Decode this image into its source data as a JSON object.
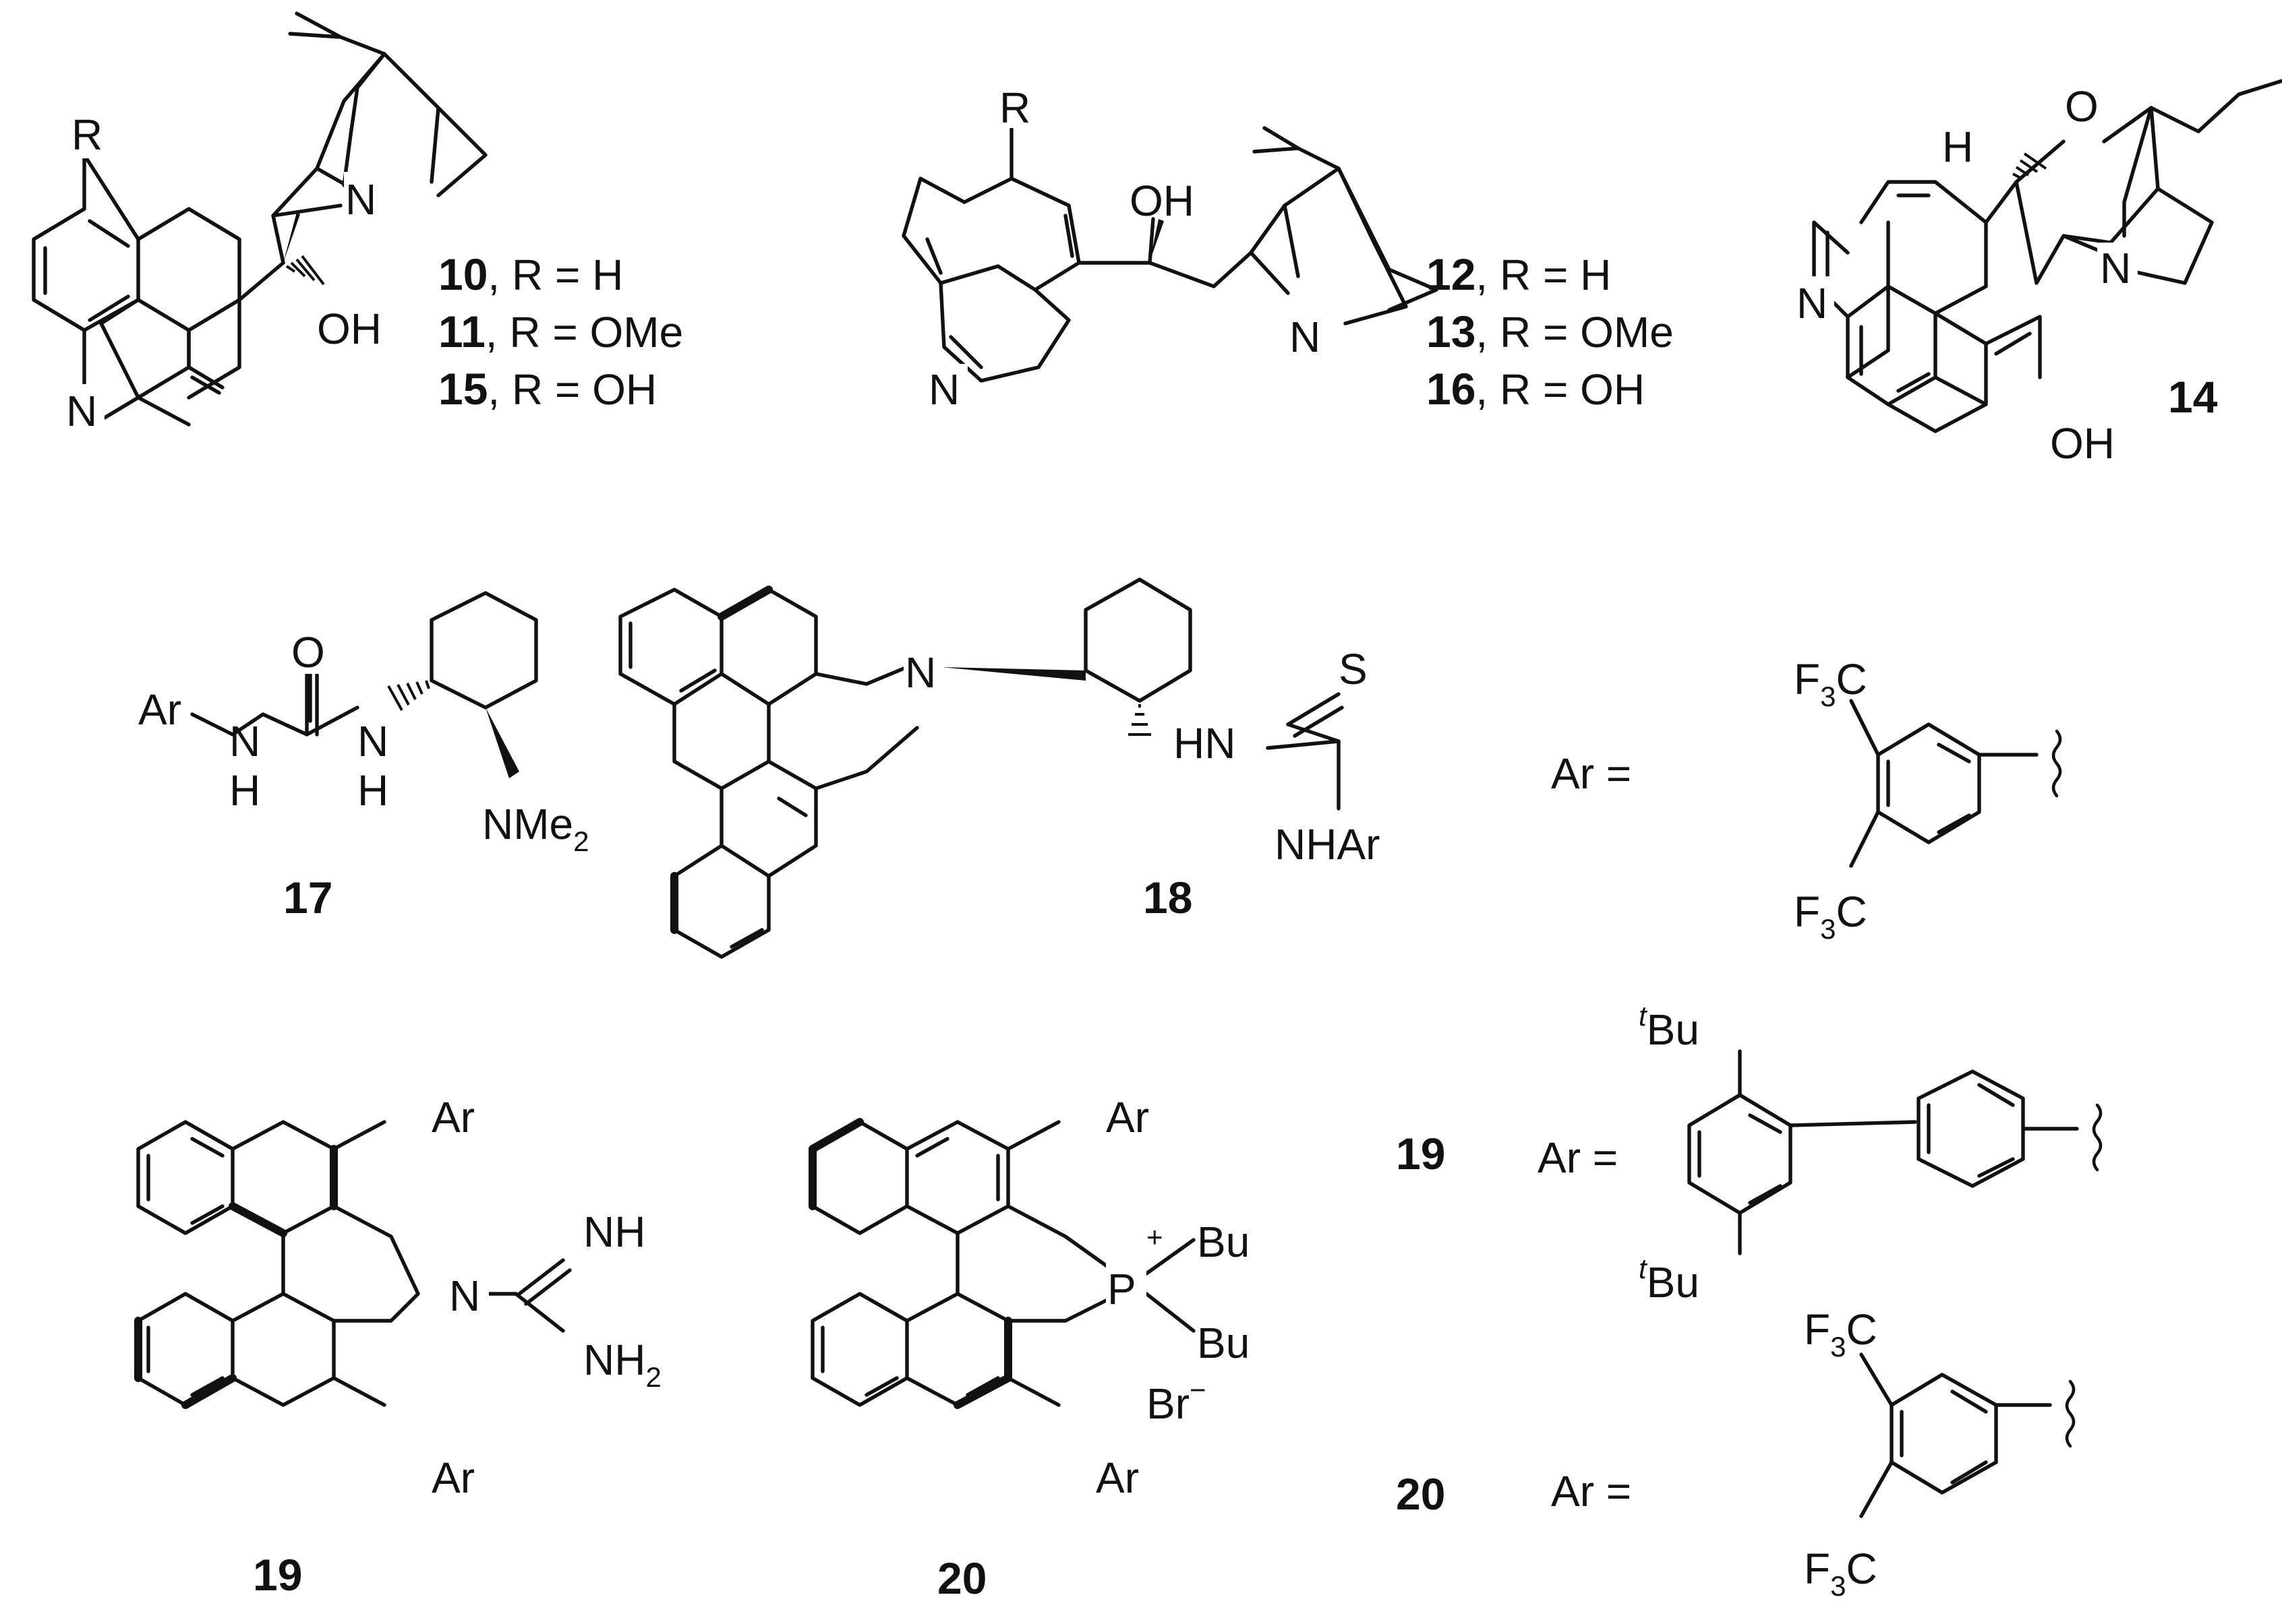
{
  "atoms": {
    "R": "R",
    "N": "N",
    "OH": "OH",
    "O": "O",
    "H": "H",
    "S": "S",
    "Ar": "Ar",
    "NMe": "NMe",
    "sub2": "2",
    "NHAr": "NHAr",
    "HN": "HN",
    "F3C_F": "F",
    "sub3": "3",
    "C": "C",
    "Bu": "Bu",
    "tBu_t": "t",
    "NH": "NH",
    "NH2": "NH",
    "P": "P",
    "plus": "+",
    "Br": "Br",
    "minus": "−"
  },
  "compounds": {
    "c10": {
      "num": "10",
      "desc": ", R = H"
    },
    "c11": {
      "num": "11",
      "desc": ", R = OMe"
    },
    "c15": {
      "num": "15",
      "desc": ", R = OH"
    },
    "c12": {
      "num": "12",
      "desc": ", R = H"
    },
    "c13": {
      "num": "13",
      "desc": ", R = OMe"
    },
    "c16": {
      "num": "16",
      "desc": ", R = OH"
    },
    "c14": {
      "num": "14"
    },
    "c17": {
      "num": "17"
    },
    "c18": {
      "num": "18"
    },
    "c19": {
      "num": "19"
    },
    "c20": {
      "num": "20"
    }
  },
  "ar_definitions": {
    "ar_eq": "Ar =",
    "ar19_num": "19",
    "ar20_num": "20"
  }
}
